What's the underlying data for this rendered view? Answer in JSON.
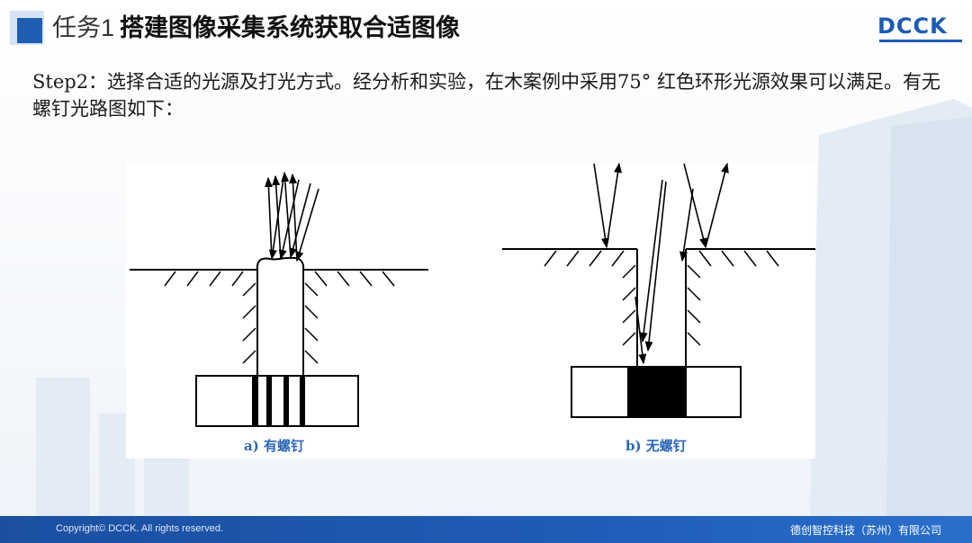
{
  "header": {
    "task": "任务1",
    "title": "搭建图像采集系统获取合适图像"
  },
  "logo": {
    "text": "DCCK"
  },
  "body": {
    "text": "Step2：选择合适的光源及打光方式。经分析和实验，在木案例中采用75° 红色环形光源效果可以满足。有无螺钉光路图如下："
  },
  "figure": {
    "left_caption": "a) 有螺钉",
    "right_caption": "b) 无螺钉"
  },
  "footer": {
    "copyright": "Copyright© DCCK. All rights reserved.",
    "company": "德创智控科技（苏州）有限公司"
  },
  "colors": {
    "accent": "#1e5fb4",
    "caption": "#2a67b7",
    "footer": "#1e5cb8"
  }
}
